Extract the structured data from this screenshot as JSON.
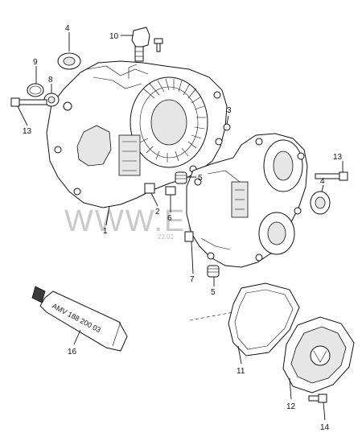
{
  "watermark": {
    "text": "WWW.ELCATS",
    "small": "22.01"
  },
  "tube_label": "AMV 188 200 03",
  "callouts": [
    {
      "id": "c4a",
      "text": "4"
    },
    {
      "id": "c10",
      "text": "10"
    },
    {
      "id": "c9",
      "text": "9"
    },
    {
      "id": "c8",
      "text": "8"
    },
    {
      "id": "c13a",
      "text": "13"
    },
    {
      "id": "c3",
      "text": "3"
    },
    {
      "id": "c5a",
      "text": "5"
    },
    {
      "id": "c2",
      "text": "2"
    },
    {
      "id": "c6",
      "text": "6"
    },
    {
      "id": "c1",
      "text": "1"
    },
    {
      "id": "c13b",
      "text": "13"
    },
    {
      "id": "c4b",
      "text": "4"
    },
    {
      "id": "c7",
      "text": "7"
    },
    {
      "id": "c5b",
      "text": "5"
    },
    {
      "id": "c16",
      "text": "16"
    },
    {
      "id": "c11",
      "text": "11"
    },
    {
      "id": "c12",
      "text": "12"
    },
    {
      "id": "c14",
      "text": "14"
    }
  ]
}
